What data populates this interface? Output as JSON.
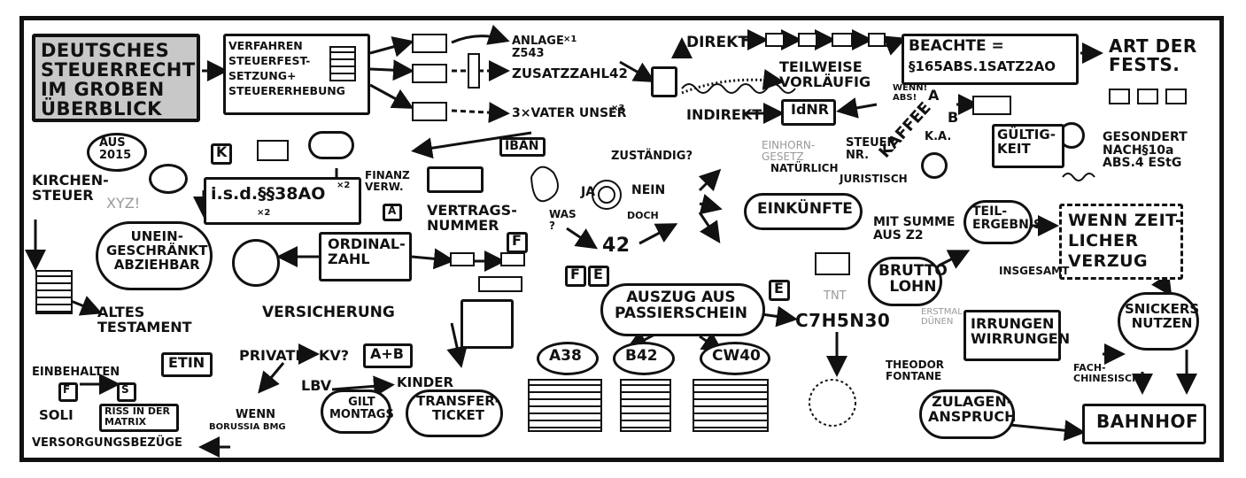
{
  "title_box": {
    "line1": "DEUTSCHES",
    "line2": "STEUERRECHT",
    "line3": "IM GROBEN",
    "line4": "ÜBERBLICK"
  },
  "labels": {
    "verfahren": "VERFAHREN\nSTEUERFEST-\nSETZUNG+\nSTEUERERHEBUNG",
    "anlage": "ANLAGE\nZ543",
    "anlage_mult": "×1",
    "zusatzzahl": "ZUSATZZAHL42",
    "vater": "3×VATER UNSER",
    "vater_mult": "×3",
    "direkt": "DIREKT",
    "indirekt": "INDIREKT",
    "teilweise": "TEILWEISE\nVORLÄUFIG",
    "beachte": "BEACHTE =",
    "paragraph165": "§165ABS.1SATZ2AO",
    "art": "ART DER\nFESTS.",
    "idnr": "IdNR",
    "wenn_abs": "WENN!\nABS!",
    "a_letter": "A",
    "b_letter": "B",
    "steuer_nr": "STEUER\nNR.",
    "kaffee": "KAFFEE",
    "ka": "K.A.",
    "gueltigkeit": "GÜLTIG-\nKEIT",
    "gesondert": "GESONDERT\nNACH§10a\nABS.4 EStG",
    "aus2015": "AUS\n2015",
    "k": "K",
    "kirchensteuer": "KIRCHEN-\nSTEUER",
    "xyz": "XYZ!",
    "isd": "i.s.d.§§38AO",
    "isd_mult1": "×2",
    "isd_mult2": "×2",
    "finanzverw": "FINANZ\nVERW.",
    "a_box": "A",
    "iban": "IBAN",
    "zustaendig": "ZUSTÄNDIG?",
    "ja": "JA",
    "nein": "NEIN",
    "doch": "DOCH",
    "was": "WAS\n?",
    "einhorn": "EINHORN-\nGESETZ",
    "natuerlich": "NATÜRLICH",
    "juristisch": "JURISTISCH",
    "einkuenfte": "EINKÜNFTE",
    "mit_summe": "MIT SUMME\nAUS Z2",
    "teilergebnis": "TEIL-\nERGEBNIS",
    "wenn_zeit": "WENN ZEIT-\nLICHER\nVERZUG",
    "vertragsnummer": "VERTRAGS-\nNUMMER",
    "f1": "F",
    "f2": "F",
    "e1": "E",
    "e2": "E",
    "n42": "42",
    "unbeschraenkt": "UNEIN-\nGESCHRÄNKT\nABZIEHBAR",
    "ordinalzahl": "ORDINAL-\nZAHL",
    "auszug": "AUSZUG AUS\nPASSIERSCHEIN",
    "brutto": "BRUTTO\nLOHN",
    "insgesamt": "INSGESAMT",
    "erstmal": "ERSTMAL\nDÜNEN",
    "snickers": "SNICKERS\nNUTZEN",
    "altes": "ALTES\nTESTAMENT",
    "versicherung": "VERSICHERUNG",
    "tnt": "TNT",
    "c7h5n30": "C7H5N30",
    "etin": "ETIN",
    "private": "PRIVATE",
    "kv": "KV?",
    "ab": "A+B",
    "a38": "A38",
    "b42": "B42",
    "cw40": "CW40",
    "theodor": "THEODOR\nFONTANE",
    "irrungen": "IRRUNGEN\nWIRRUNGEN",
    "fach": "FACH-\nCHINESISCH",
    "einbehalten": "EINBEHALTEN",
    "f3": "F",
    "s": "S",
    "lbv": "LBV",
    "kinder": "KINDER",
    "soli": "SOLI",
    "riss": "RISS IN DER\nMATRIX",
    "wenn_bmg": "WENN",
    "borussia": "BORUSSIA BMG",
    "gilt": "GILT\nMONTAGS",
    "transfer": "TRANSFER-\nTICKET",
    "versorgung": "VERSORGUNGSBEZÜGE",
    "zulagen": "ZULAGEN-\nANSPRUCH",
    "bahnhof": "BAHNHOF"
  }
}
